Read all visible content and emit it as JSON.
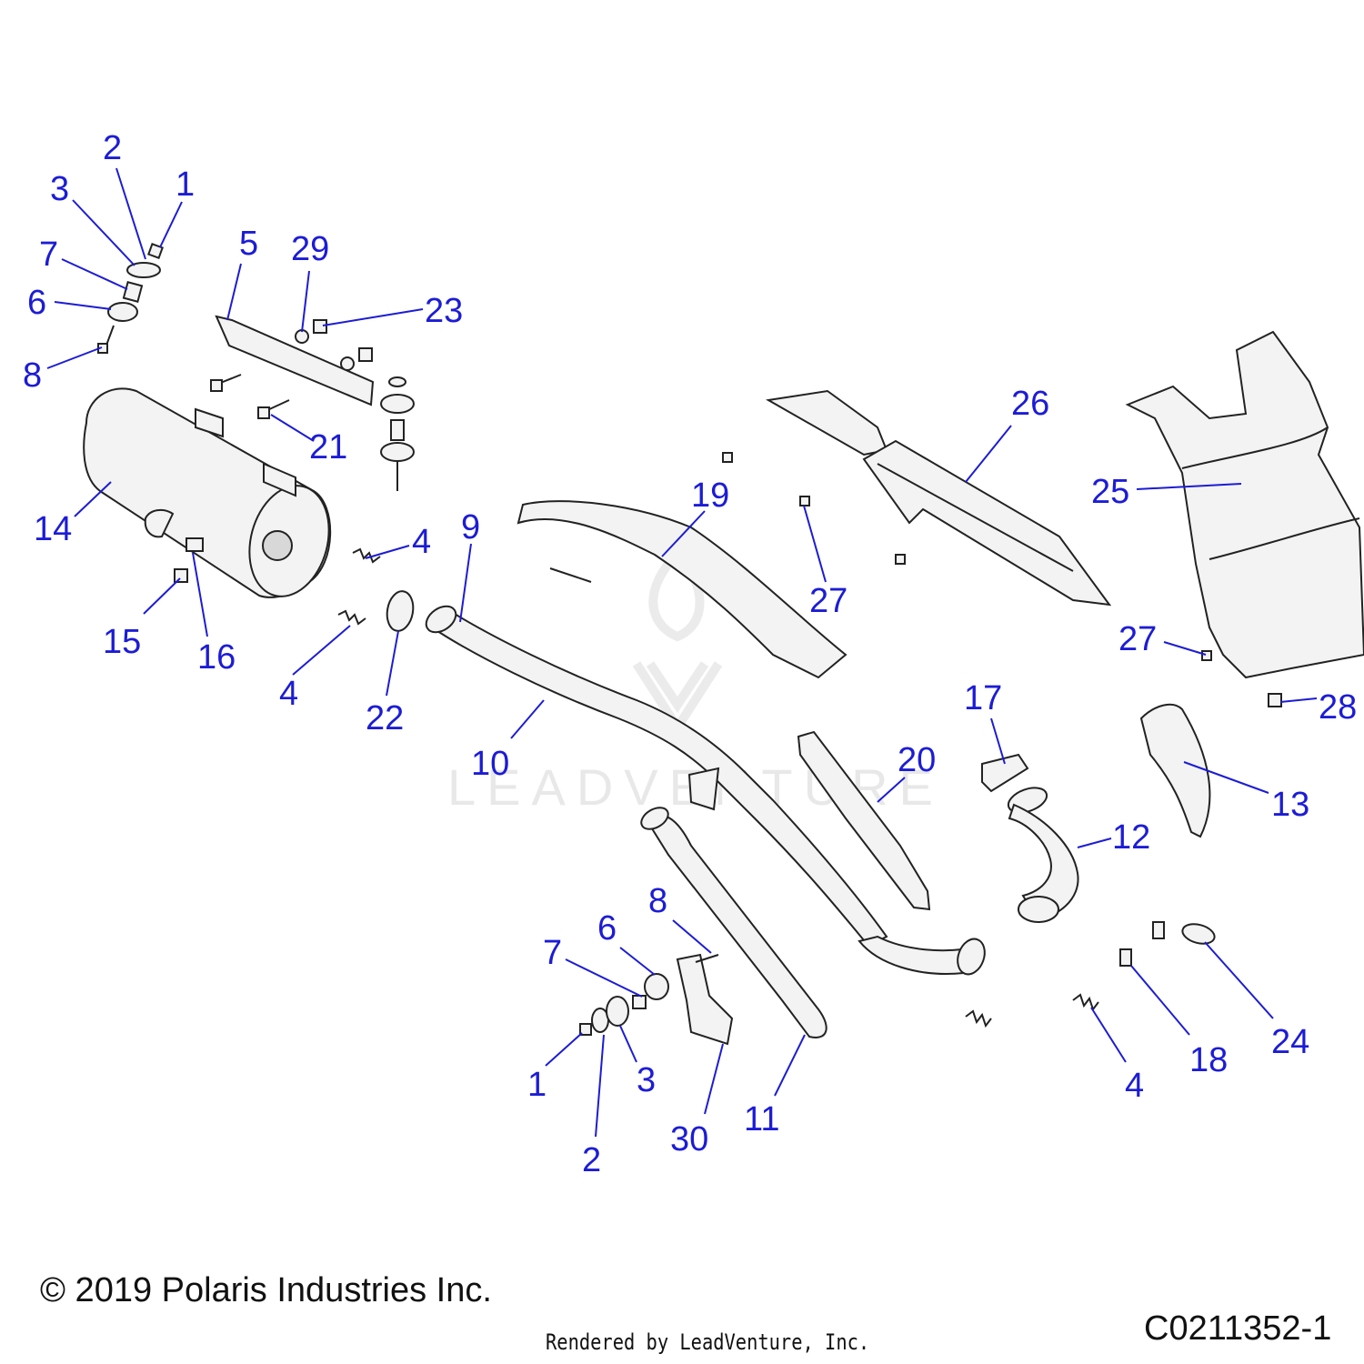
{
  "footer": {
    "copyright": "© 2019 Polaris Industries Inc.",
    "drawing_code": "C0211352-1",
    "render_credit": "Rendered by LeadVenture, Inc."
  },
  "watermark": {
    "text": "LEADVENTURE"
  },
  "colors": {
    "callout": "#1c1cd6",
    "part_stroke": "#222222",
    "part_fill": "#f3f3f3"
  },
  "callouts": [
    {
      "label": "2"
    },
    {
      "label": "3"
    },
    {
      "label": "1"
    },
    {
      "label": "7"
    },
    {
      "label": "6"
    },
    {
      "label": "8"
    },
    {
      "label": "5"
    },
    {
      "label": "29"
    },
    {
      "label": "23"
    },
    {
      "label": "21"
    },
    {
      "label": "14"
    },
    {
      "label": "15"
    },
    {
      "label": "16"
    },
    {
      "label": "4"
    },
    {
      "label": "4"
    },
    {
      "label": "22"
    },
    {
      "label": "9"
    },
    {
      "label": "10"
    },
    {
      "label": "19"
    },
    {
      "label": "27"
    },
    {
      "label": "26"
    },
    {
      "label": "25"
    },
    {
      "label": "27"
    },
    {
      "label": "28"
    },
    {
      "label": "17"
    },
    {
      "label": "20"
    },
    {
      "label": "13"
    },
    {
      "label": "12"
    },
    {
      "label": "8"
    },
    {
      "label": "6"
    },
    {
      "label": "7"
    },
    {
      "label": "1"
    },
    {
      "label": "3"
    },
    {
      "label": "2"
    },
    {
      "label": "30"
    },
    {
      "label": "11"
    },
    {
      "label": "4"
    },
    {
      "label": "18"
    },
    {
      "label": "24"
    }
  ]
}
